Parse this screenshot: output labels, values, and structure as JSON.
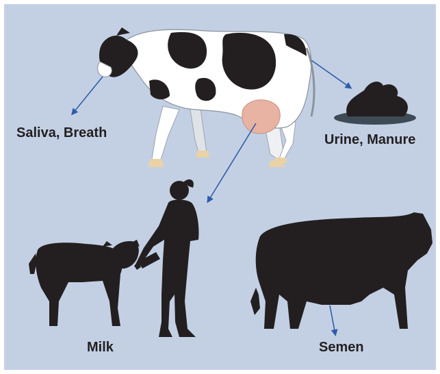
{
  "labels": {
    "saliva_breath": "Saliva, Breath",
    "urine_manure": "Urine, Manure",
    "milk": "Milk",
    "semen": "Semen"
  },
  "colors": {
    "background": "#c3d0e4",
    "arrow": "#2e5da8",
    "silhouette": "#231f20",
    "cow_white": "#ffffff",
    "cow_spots": "#231f20",
    "udder": "#e8b3a3",
    "hooves": "#e9d2a6"
  }
}
